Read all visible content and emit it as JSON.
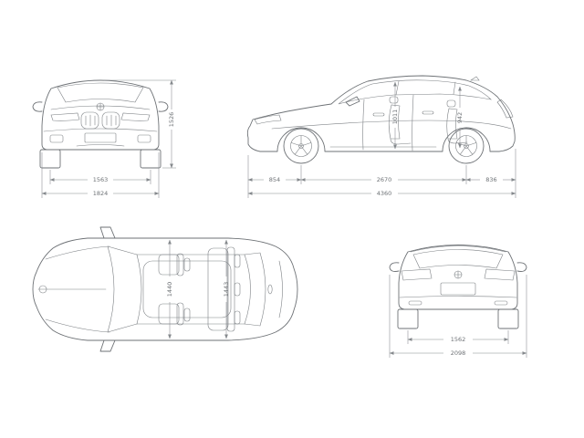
{
  "drawing": {
    "background": "#ffffff",
    "line_color": "#6e7276",
    "dim_line_color": "#85898d",
    "icons": {
      "brand_badge": "bmw-roundel"
    }
  },
  "front_view": {
    "track_front": "1563",
    "overall_width": "1824",
    "overall_height": "1526"
  },
  "side_view": {
    "front_overhang": "854",
    "wheelbase": "2670",
    "rear_overhang": "836",
    "overall_length": "4360",
    "headroom_front": "1011",
    "headroom_rear": "942"
  },
  "top_view": {
    "interior_width_front": "1440",
    "interior_width_rear": "1443"
  },
  "rear_view": {
    "track_rear": "1562",
    "width_incl_mirrors": "2098"
  }
}
